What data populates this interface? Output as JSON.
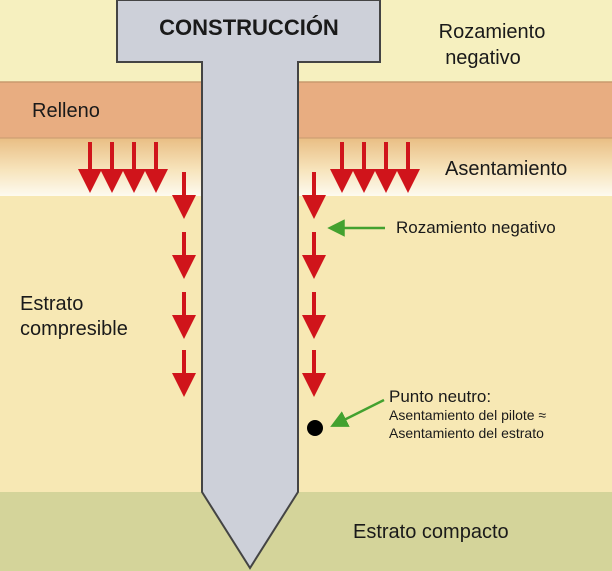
{
  "title": "CONSTRUCCIÓN",
  "labels": {
    "rozamiento_top_line1": "Rozamiento",
    "rozamiento_top_line2": "negativo",
    "relleno": "Relleno",
    "asentamiento": "Asentamiento",
    "rozamiento_arrow": "Rozamiento negativo",
    "estrato_compresible_line1": "Estrato",
    "estrato_compresible_line2": "compresible",
    "punto_neutro": "Punto neutro:",
    "asentamiento_pilote": "Asentamiento del pilote ≈",
    "asentamiento_estrato": "Asentamiento del estrato",
    "estrato_compacto": "Estrato compacto"
  },
  "colors": {
    "top_band": "#f6f0bf",
    "relleno": "#e8ad81",
    "compresible": "#f7e8b4",
    "compacto": "#d4d49a",
    "pile": "#cdd0d9",
    "arrow_red": "#d0141b",
    "arrow_green": "#43a12f"
  }
}
